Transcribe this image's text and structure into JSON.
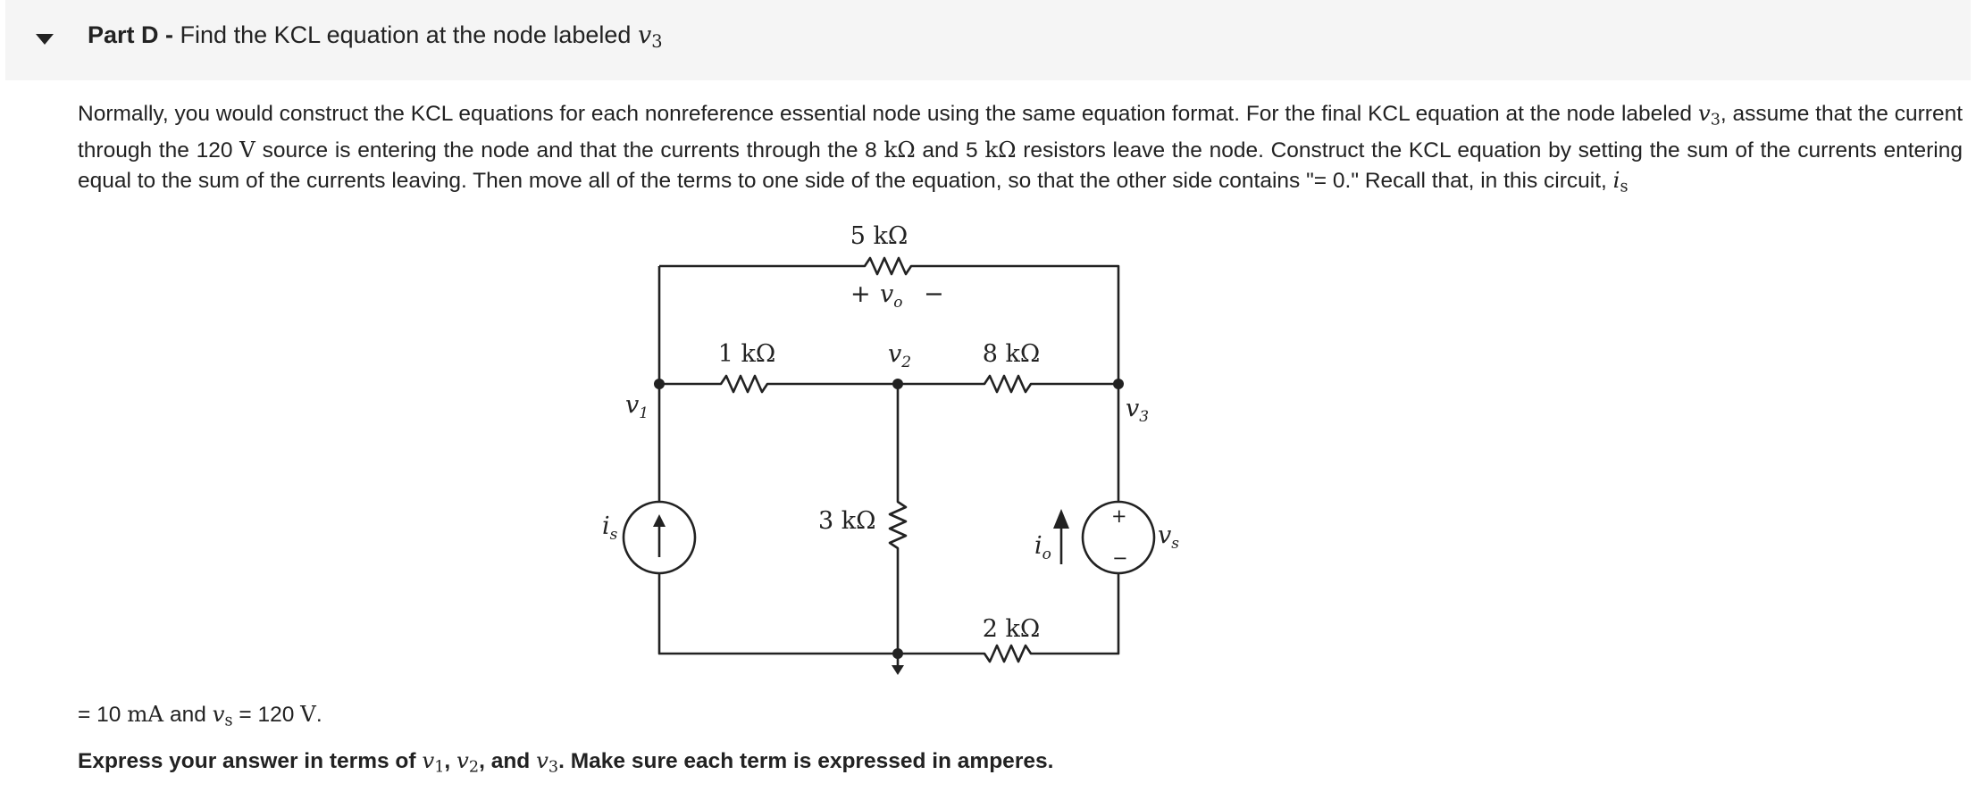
{
  "header": {
    "part_label": "Part D -",
    "title": "Find the KCL equation at the node labeled",
    "title_var": "v",
    "title_sub": "3"
  },
  "paragraph": {
    "s1": "Normally, you would construct the KCL equations for each nonreference essential node using the same equation format. For the final KCL equation at the node labeled",
    "s1_var": "v",
    "s1_sub": "3",
    "s2": ", assume that the current through the 120",
    "s2_unit": "V",
    "s3": "source is entering the node and that the currents through the 8",
    "s3_unit": "kΩ",
    "s4": "and 5",
    "s4_unit": "kΩ",
    "s5": "resistors leave the node. Construct the KCL equation by setting the sum of the currents entering equal to the sum of the currents leaving.  Then move all of the terms to one side of the equation, so that the other side contains \"= 0.\" Recall that, in this circuit,",
    "s5_var": "i",
    "s5_sub": "s"
  },
  "given": {
    "t1": "= 10",
    "t1_unit": "mA",
    "t2": "and",
    "t2_var": "v",
    "t2_sub": "s",
    "t3": "= 120",
    "t3_unit": "V",
    "t4": "."
  },
  "instruction": {
    "t1": "Express your answer in terms of",
    "v1": "v",
    "v1_sub": "1",
    "c1": ",",
    "v2": "v",
    "v2_sub": "2",
    "c2": ", and",
    "v3": "v",
    "v3_sub": "3",
    "t2": ". Make sure each term is expressed in amperes."
  },
  "circuit": {
    "r_top": "5 kΩ",
    "r_12": "1 kΩ",
    "r_23": "8 kΩ",
    "r_mid": "3 kΩ",
    "r_bottom": "2 kΩ",
    "vo_plus": "+",
    "vo_label": "v",
    "vo_sub": "o",
    "vo_minus": "−",
    "node_v1": "v",
    "node_v1_sub": "1",
    "node_v2": "v",
    "node_v2_sub": "2",
    "node_v3": "v",
    "node_v3_sub": "3",
    "is_label": "i",
    "is_sub": "s",
    "io_label": "i",
    "io_sub": "o",
    "vs_label": "v",
    "vs_sub": "s",
    "vs_plus": "+",
    "vs_minus": "−"
  }
}
